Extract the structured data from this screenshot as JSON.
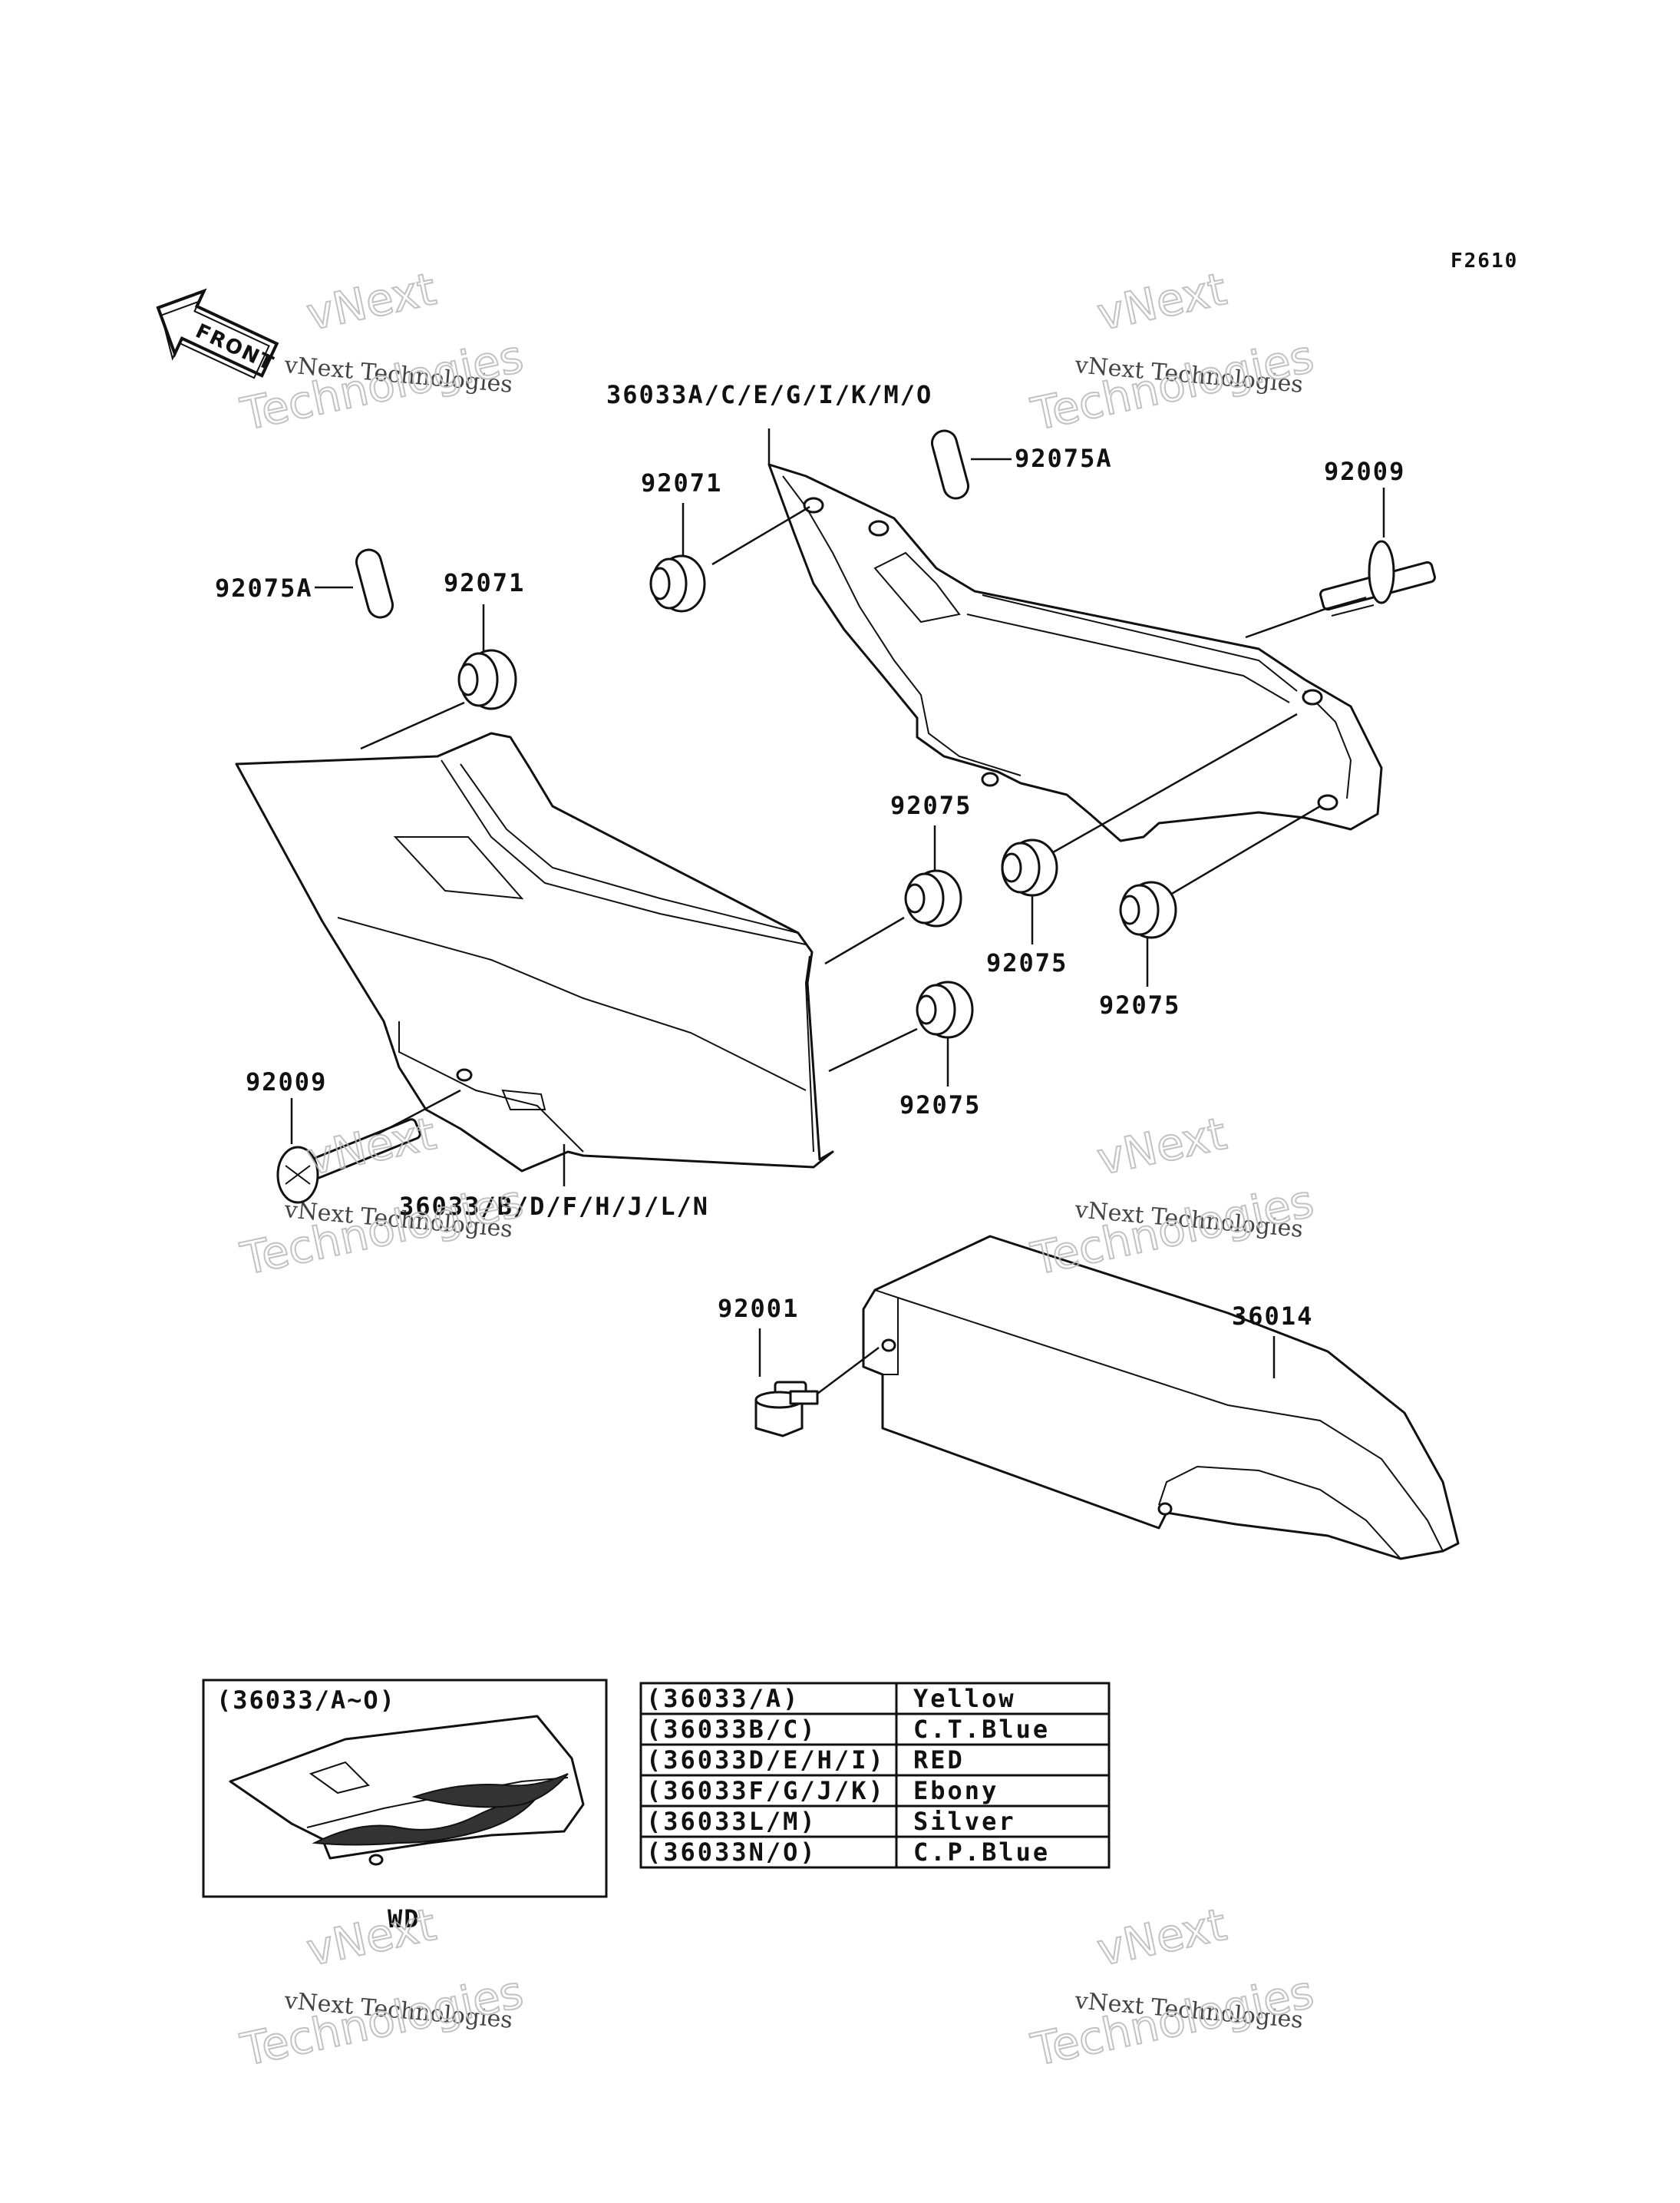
{
  "diagram_code": "F2610",
  "front_arrow_label": "FRONT",
  "labels": {
    "cover_right": "36033A/C/E/G/I/K/M/O",
    "cover_left": "36033/B/D/F/H/J/L/N",
    "grommet_top_right": "92071",
    "grommet_top_left": "92071",
    "pad_top_right": "92075A",
    "pad_left": "92075A",
    "screw_right": "92009",
    "screw_left": "92009",
    "damper_a": "92075",
    "damper_b": "92075",
    "damper_c": "92075",
    "damper_d": "92075",
    "bolt": "92001",
    "chain_cover": "36014"
  },
  "inset": {
    "title": "(36033/A~O)",
    "caption": "WD"
  },
  "color_table": {
    "rows": [
      {
        "code": "(36033/A)",
        "color": "Yellow"
      },
      {
        "code": "(36033B/C)",
        "color": "C.T.Blue"
      },
      {
        "code": "(36033D/E/H/I)",
        "color": "RED"
      },
      {
        "code": "(36033F/G/J/K)",
        "color": "Ebony"
      },
      {
        "code": "(36033L/M)",
        "color": "Silver"
      },
      {
        "code": "(36033N/O)",
        "color": "C.P.Blue"
      }
    ]
  },
  "watermark": {
    "line1": "vNext",
    "line2": "vNext Technologies",
    "line3": "Technologies"
  }
}
